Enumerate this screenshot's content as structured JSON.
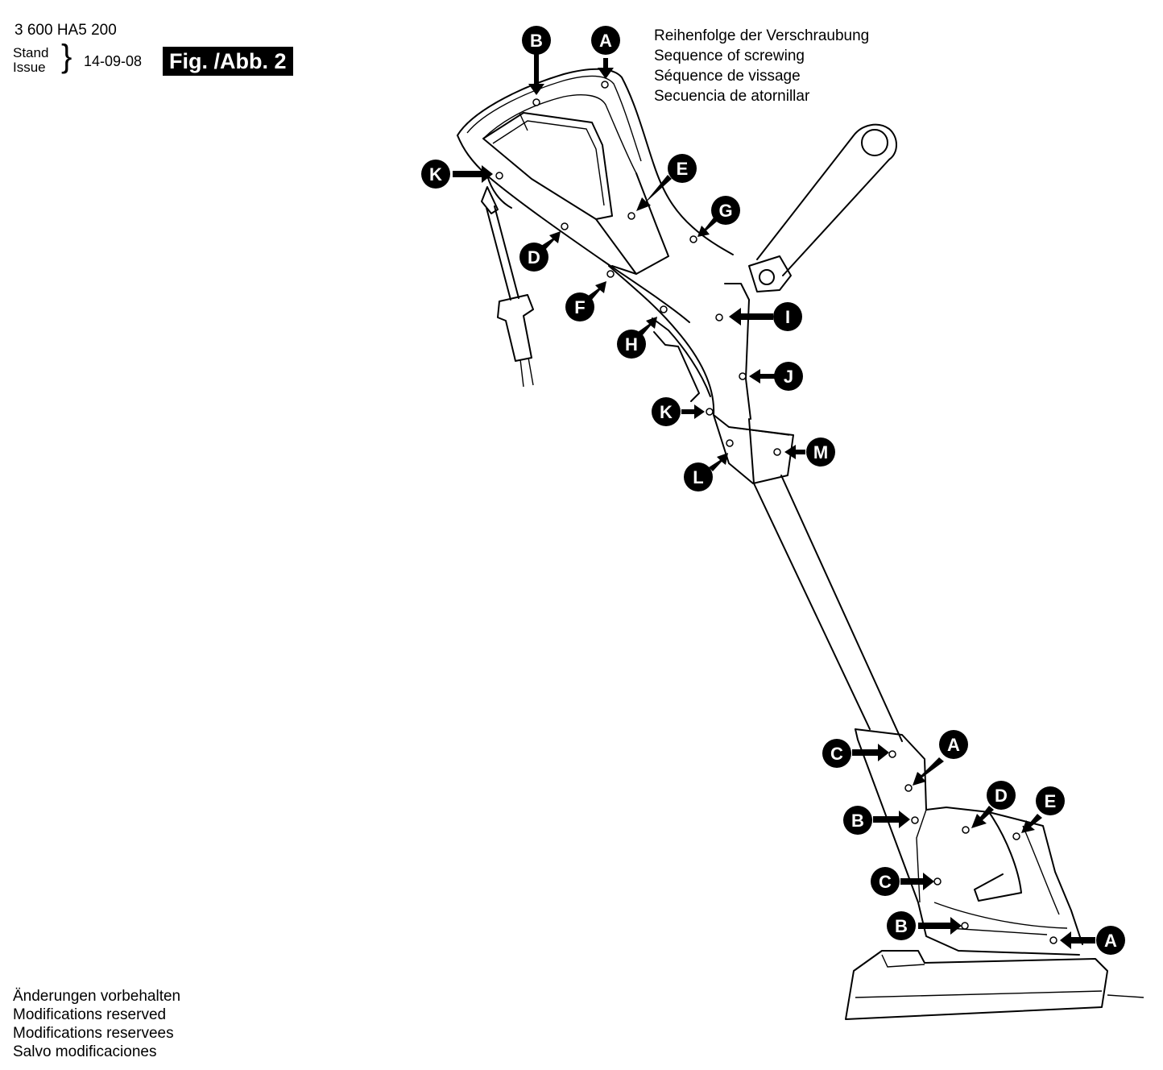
{
  "header": {
    "part_number": "3 600 HA5 200",
    "stand": "Stand",
    "issue": "Issue",
    "date": "14-09-08",
    "figure": "Fig. /Abb. 2"
  },
  "sequence_title": [
    "Reihenfolge der Verschraubung",
    "Sequence of screwing",
    "Séquence de vissage",
    "Secuencia de atornillar"
  ],
  "footer": [
    "Änderungen vorbehalten",
    "Modifications reserved",
    "Modifications reservees",
    "Salvo modificaciones"
  ],
  "callouts_upper": [
    "B",
    "A",
    "K",
    "E",
    "G",
    "D",
    "F",
    "I",
    "H",
    "J",
    "K",
    "M",
    "L"
  ],
  "callouts_lower": [
    "C",
    "A",
    "D",
    "E",
    "B",
    "C",
    "B",
    "A"
  ]
}
